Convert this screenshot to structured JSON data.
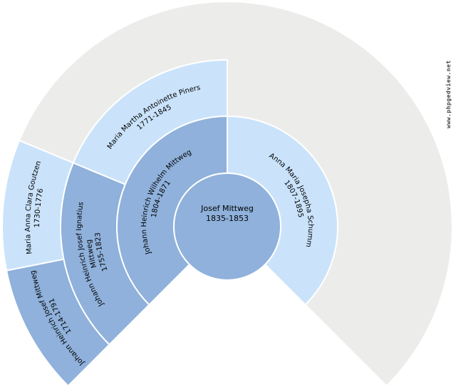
{
  "chart_title": "fan-chart",
  "watermark": "www.phpgedview.net",
  "colors": {
    "male": "#8FB1DB",
    "female": "#CAE3FB",
    "empty": "#ECECEA",
    "border": "#FFFFFF",
    "text": "#000000",
    "watermark": "#444444"
  },
  "people": {
    "center": {
      "name": "Josef Mittweg",
      "dates": "1835-1853"
    },
    "father": {
      "name": "Johann Heinrich Wilhelm Mittweg",
      "dates": "1804-1871"
    },
    "mother": {
      "name": "Anna Maria Josepha Schumm",
      "dates": "1807-1895"
    },
    "paternal_grandfather": {
      "name_line1": "Johann Heinrich Josef Ignatius",
      "name_line2": "Mittweg",
      "dates": "1755-1823"
    },
    "paternal_grandmother": {
      "name": "Maria Martha Antoinette Piners",
      "dates": "1771-1845"
    },
    "paternal_great_grandfather": {
      "name": "Johann Heinrich Josef Mittweg",
      "dates": "1714-1791"
    },
    "paternal_great_grandmother": {
      "name": "Maria Anna Clara Goutzen",
      "dates": "1730-1776"
    }
  }
}
